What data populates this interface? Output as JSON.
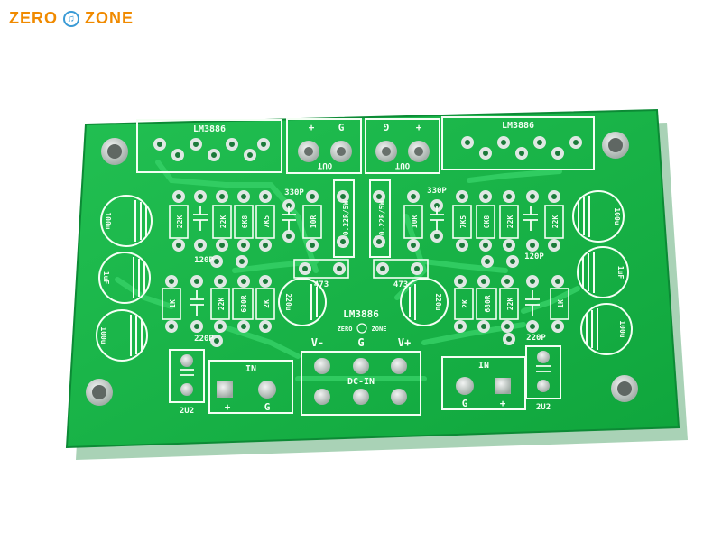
{
  "brand": {
    "left": "ZERO",
    "right": "ZONE",
    "color": "#f08a00"
  },
  "board": {
    "pcb_color": "#16b544",
    "silk_color": "#f4fff4",
    "pad_color": "#cfd7d2",
    "labels": {
      "ic_left": "LM3886",
      "ic_right": "LM3886",
      "ic_center": "LM3886",
      "center_brand_left": "ZERO",
      "center_brand_right": "ZONE",
      "out_left": "OUT",
      "out_right": "OUT",
      "plus_left": "+",
      "g_left_out": "G",
      "g_right_out": "G",
      "plus_right": "+",
      "cap_330p_left": "330P",
      "cap_330p_right": "330P",
      "cap_120p_left": "120P",
      "cap_120p_right": "120P",
      "res_22k_l1": "22K",
      "res_22k_l2": "22K",
      "res_6k8_l": "6K8",
      "res_7k5_l": "7K5",
      "res_10r_l": "10R",
      "res_022_l": "0.22R/5W",
      "res_022_r": "0.22R/5W",
      "res_10r_r": "10R",
      "res_7k5_r": "7K5",
      "res_6k8_r": "6K8",
      "res_22k_r1": "22K",
      "res_22k_r2": "22K",
      "cap_100u_l1": "100u",
      "cap_1uf_l": "1uF",
      "cap_100u_l2": "100u",
      "cap_100u_r1": "100u",
      "cap_1uf_r": "1uF",
      "cap_100u_r2": "100u",
      "cap_473_l": "473",
      "cap_473_r": "473",
      "res_1k_l": "1K",
      "res_22k_l3": "22K",
      "res_680r_l": "680R",
      "res_2k_l": "2K",
      "res_2k_r": "2K",
      "res_680r_r": "680R",
      "res_22k_r3": "22K",
      "res_1k_r": "1K",
      "cap_220p_l": "220P",
      "cap_220p_r": "220P",
      "cap_220u_l": "220u",
      "cap_220u_r": "220u",
      "vminus": "V-",
      "gnd_center": "G",
      "vplus": "V+",
      "dcin": "DC-IN",
      "in_left": "IN",
      "in_right": "IN",
      "plus_in_left": "+",
      "g_in_left": "G",
      "g_in_right": "G",
      "plus_in_right": "+",
      "cap_2u2_l": "2U2",
      "cap_2u2_r": "2U2"
    }
  }
}
